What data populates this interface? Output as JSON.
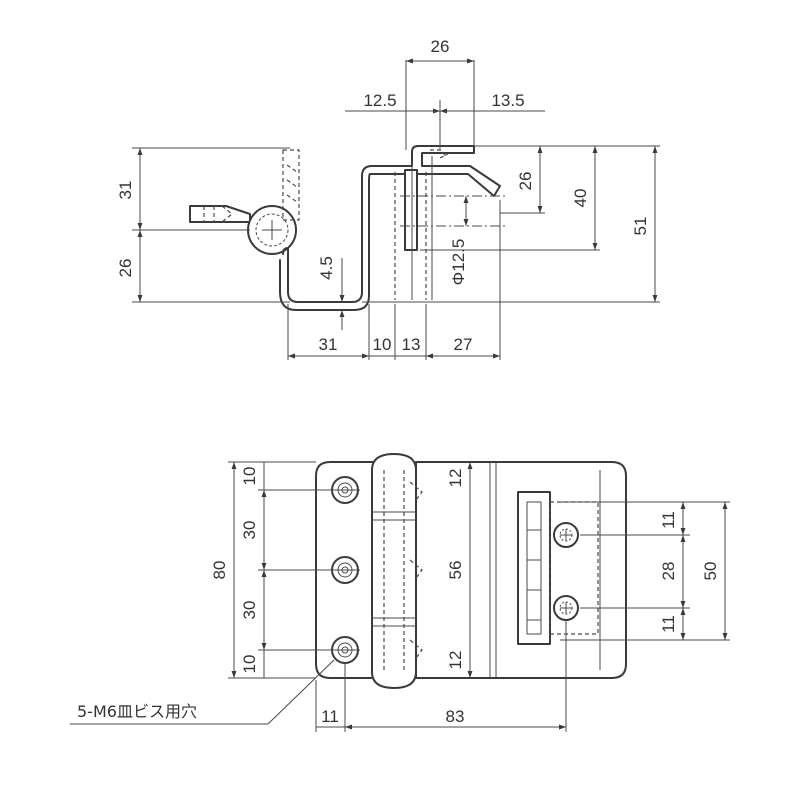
{
  "side_view": {
    "top_26": "26",
    "left_12_5": "12.5",
    "right_13_5": "13.5",
    "h_31": "31",
    "h_26_left": "26",
    "h_4_5": "4.5",
    "v_26": "26",
    "v_40": "40",
    "v_51": "51",
    "v_phi": "Φ12.5",
    "b_31": "31",
    "b_10": "10",
    "b_13": "13",
    "b_27": "27"
  },
  "plan_view": {
    "l_80": "80",
    "l_10_top": "10",
    "l_30_top": "30",
    "l_30_bottom": "30",
    "l_10_bottom": "10",
    "c_12_top": "12",
    "c_56": "56",
    "c_12_bottom": "12",
    "r_11_top": "11",
    "r_28": "28",
    "r_11_bottom": "11",
    "r_50": "50",
    "b_11": "11",
    "b_83": "83",
    "callout": "5-M6皿ビス用穴"
  }
}
